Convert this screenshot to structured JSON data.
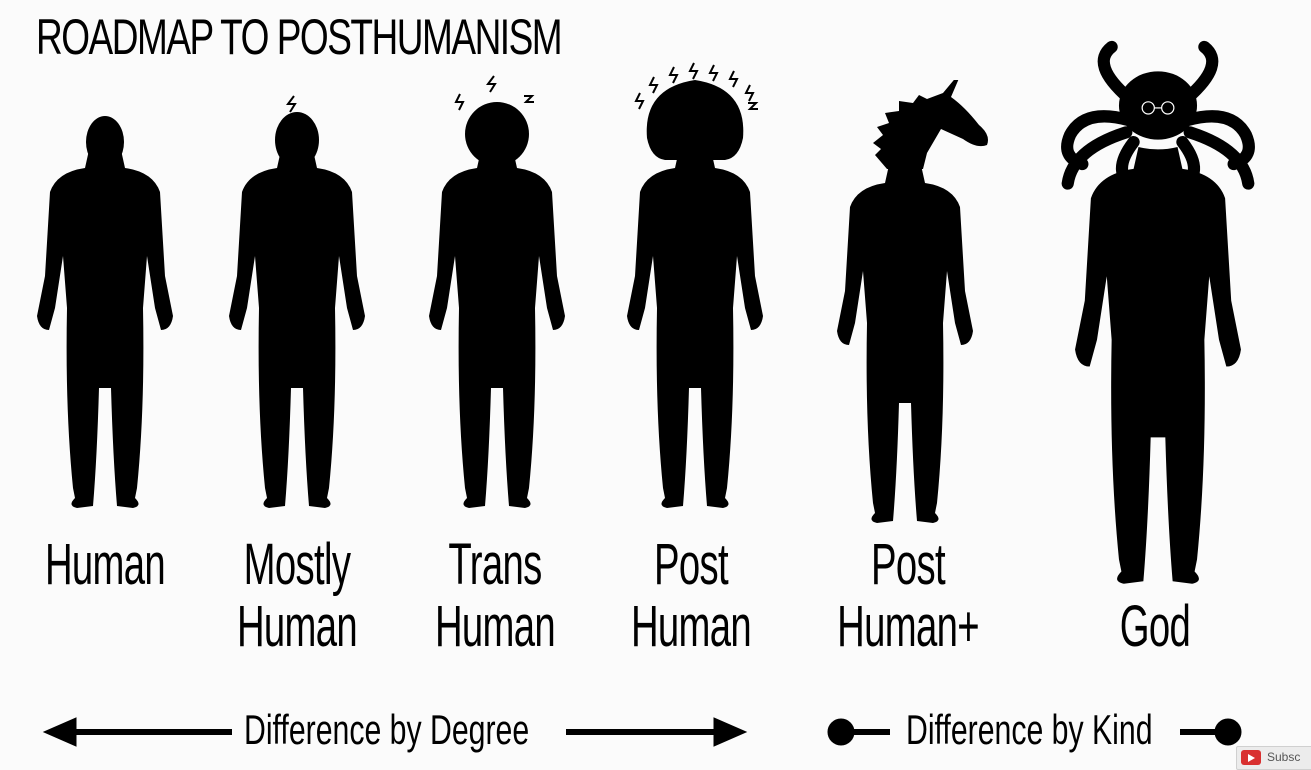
{
  "title": "ROADMAP TO POSTHUMANISM",
  "figures": [
    {
      "line1": "Human",
      "line2": ""
    },
    {
      "line1": "Mostly",
      "line2": "Human"
    },
    {
      "line1": "Trans",
      "line2": "Human"
    },
    {
      "line1": "Post",
      "line2": "Human"
    },
    {
      "line1": "Post",
      "line2": "Human+"
    },
    {
      "line1": "God",
      "line2": ""
    }
  ],
  "legend": {
    "degree": "Difference by Degree",
    "kind": "Difference by Kind"
  },
  "overlay": {
    "subscribe": "Subsc"
  }
}
